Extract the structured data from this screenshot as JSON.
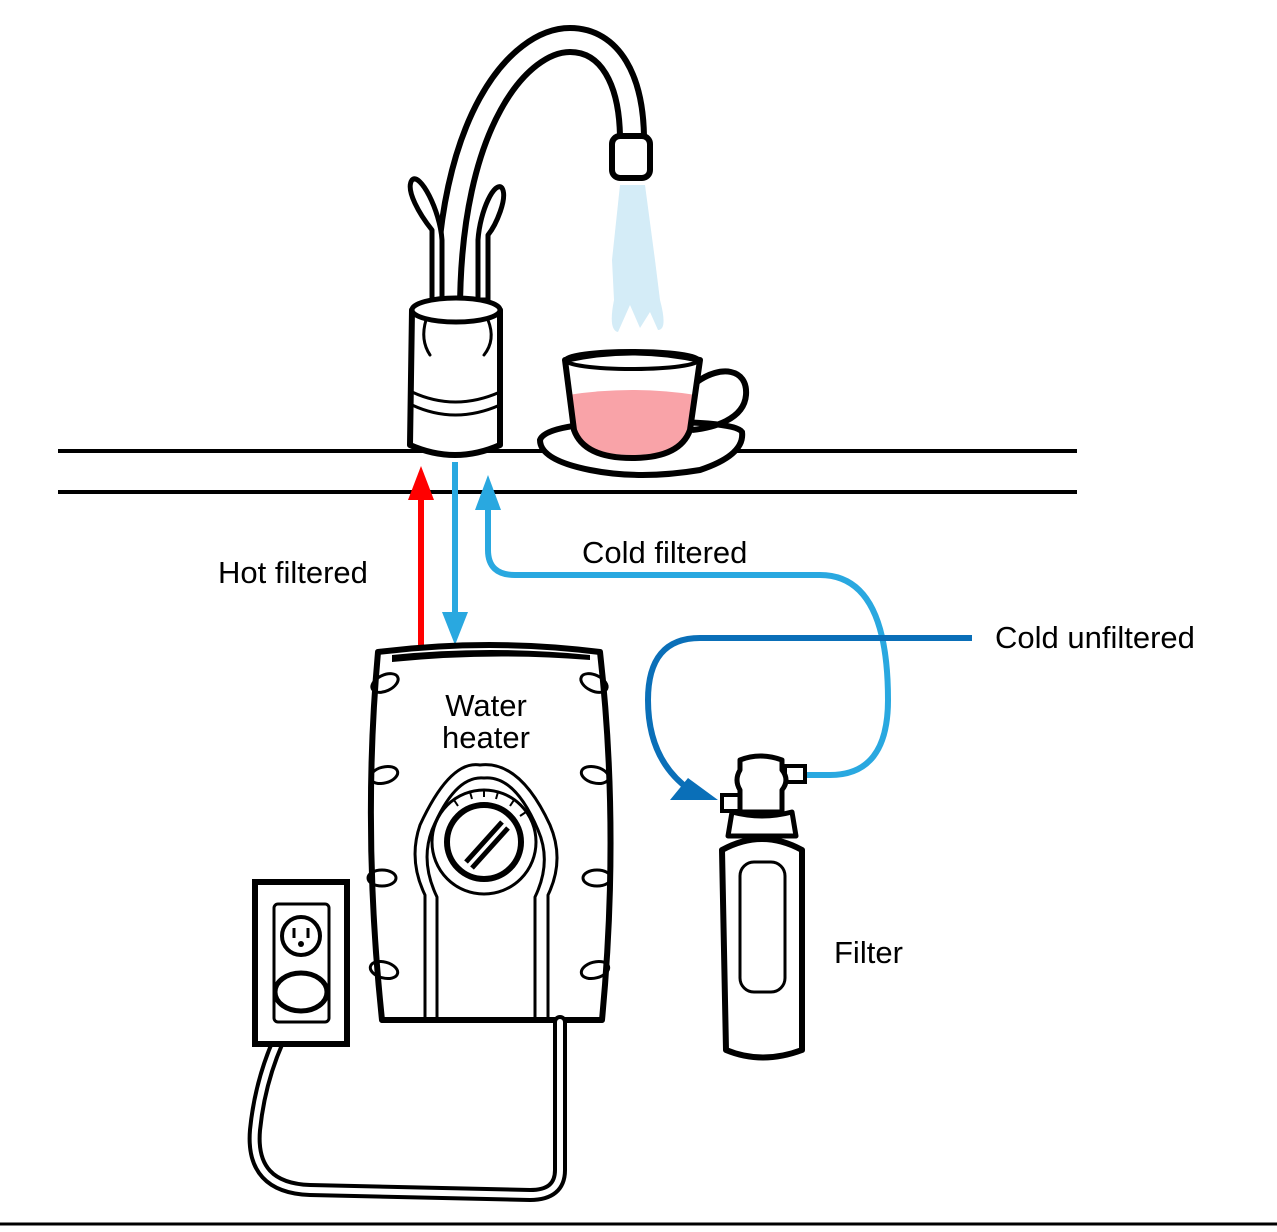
{
  "labels": {
    "hot_filtered": "Hot filtered",
    "cold_filtered": "Cold filtered",
    "cold_unfiltered": "Cold unfiltered",
    "water_heater_line1": "Water",
    "water_heater_line2": "heater",
    "filter": "Filter"
  },
  "colors": {
    "hot_line": "#ff0000",
    "cold_filtered_line": "#29a8e0",
    "cold_unfiltered_line": "#0a6fb8",
    "tea": "#f9a3a8",
    "water_spray": "#d4ecf7"
  }
}
